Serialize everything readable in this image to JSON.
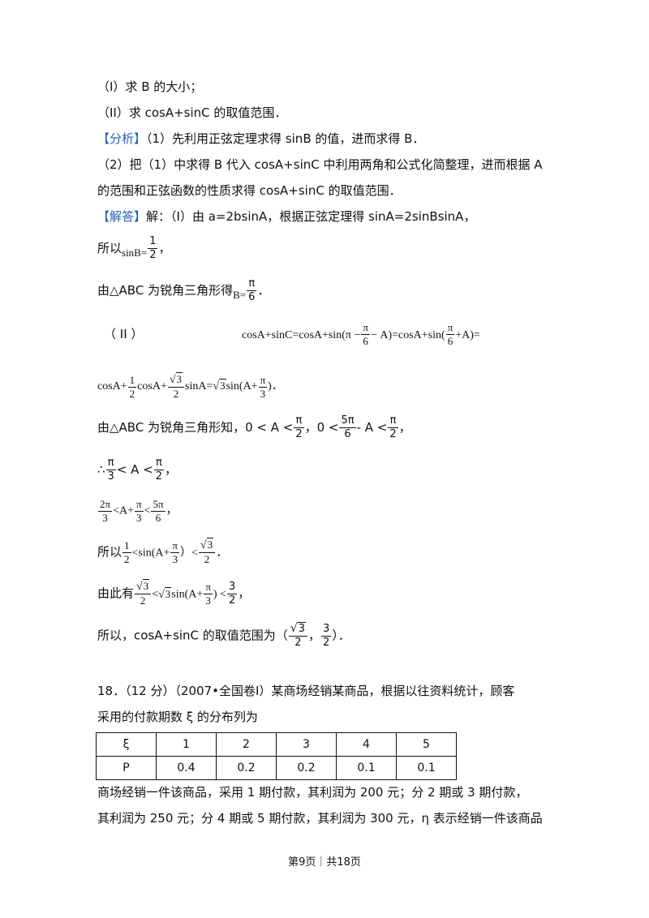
{
  "lines": {
    "q1": "（I）求 B 的大小；",
    "q2": "（II）求 cosA+sinC 的取值范围．",
    "analysis_tag": "【分析】",
    "analysis_1": "（1）先利用正弦定理求得 sinB 的值，进而求得 B．",
    "analysis_2": "（2）把（1）中求得 B 代入 cosA+sinC 中利用两角和公式化简整理，进而根据 A",
    "analysis_3": "的范围和正弦函数的性质求得 cosA+sinC 的取值范围．",
    "answer_tag": "【解答】",
    "answer_1": "解：（I）由 a=2bsinA，根据正弦定理得 sinA=2sinBsinA，",
    "l_sinB_pre": "所以",
    "l_sinB_mid": "sinB=",
    "l_sinB_post": "，",
    "l_B_pre": "由△ABC 为锐角三角形得",
    "l_B_mid": "B=",
    "l_B_post": "．",
    "l_II_label": "（      II      ）",
    "l_II_a": "cosA+sinC=cosA+sin(π −",
    "l_II_b": "− A)=cosA+sin(",
    "l_II_c": "+A)=",
    "l_exp_a": "cosA+",
    "l_exp_b": "cosA+",
    "l_exp_c": "sinA=",
    "l_exp_d": "sin(A+",
    "l_exp_e": ")．",
    "l_range_pre": "由△ABC 为锐角三角形知，0 < A <",
    "l_range_mid": "，0 <",
    "l_range_mid2": "- A <",
    "l_range_post": "，",
    "l_therefore_pre": "∴",
    "l_therefore_mid": "< A <",
    "l_therefore_post": "，",
    "l_angle_mid1": "<A+",
    "l_angle_mid2": "<",
    "l_angle_post": "，",
    "l_sin_pre": "所以",
    "l_sin_mid1": "<sin(A+",
    "l_sin_mid2": "）<",
    "l_sin_post": "．",
    "l_has_pre": "由此有",
    "l_has_mid1": "<",
    "l_has_mid2": "sin(A+",
    "l_has_mid3": ") <",
    "l_has_post": "，",
    "l_final_pre": "所以，cosA+sinC 的取值范围为（",
    "l_final_mid": "，",
    "l_final_post": "）．",
    "p18_1": "18．（12 分）（2007•全国卷I）某商场经销某商品，根据以往资料统计，顾客",
    "p18_2": "采用的付款期数 ξ 的分布列为",
    "p18_3": "商场经销一件该商品，采用 1 期付款，其利润为 200 元；分 2 期或 3 期付款，",
    "p18_4": "其利润为 250 元；分 4 期或 5 期付款，其利润为 300 元，η 表示经销一件该商品"
  },
  "math": {
    "one": "1",
    "two": "2",
    "three": "3",
    "six": "6",
    "pi": "π",
    "five_pi": "5π",
    "two_pi": "2π",
    "sqrt3": "3",
    "sqrt_sign": "√"
  },
  "table": {
    "row1": [
      "ξ",
      "1",
      "2",
      "3",
      "4",
      "5"
    ],
    "row2": [
      "P",
      "0.4",
      "0.2",
      "0.2",
      "0.1",
      "0.1"
    ]
  },
  "footer": "第9页｜共18页"
}
